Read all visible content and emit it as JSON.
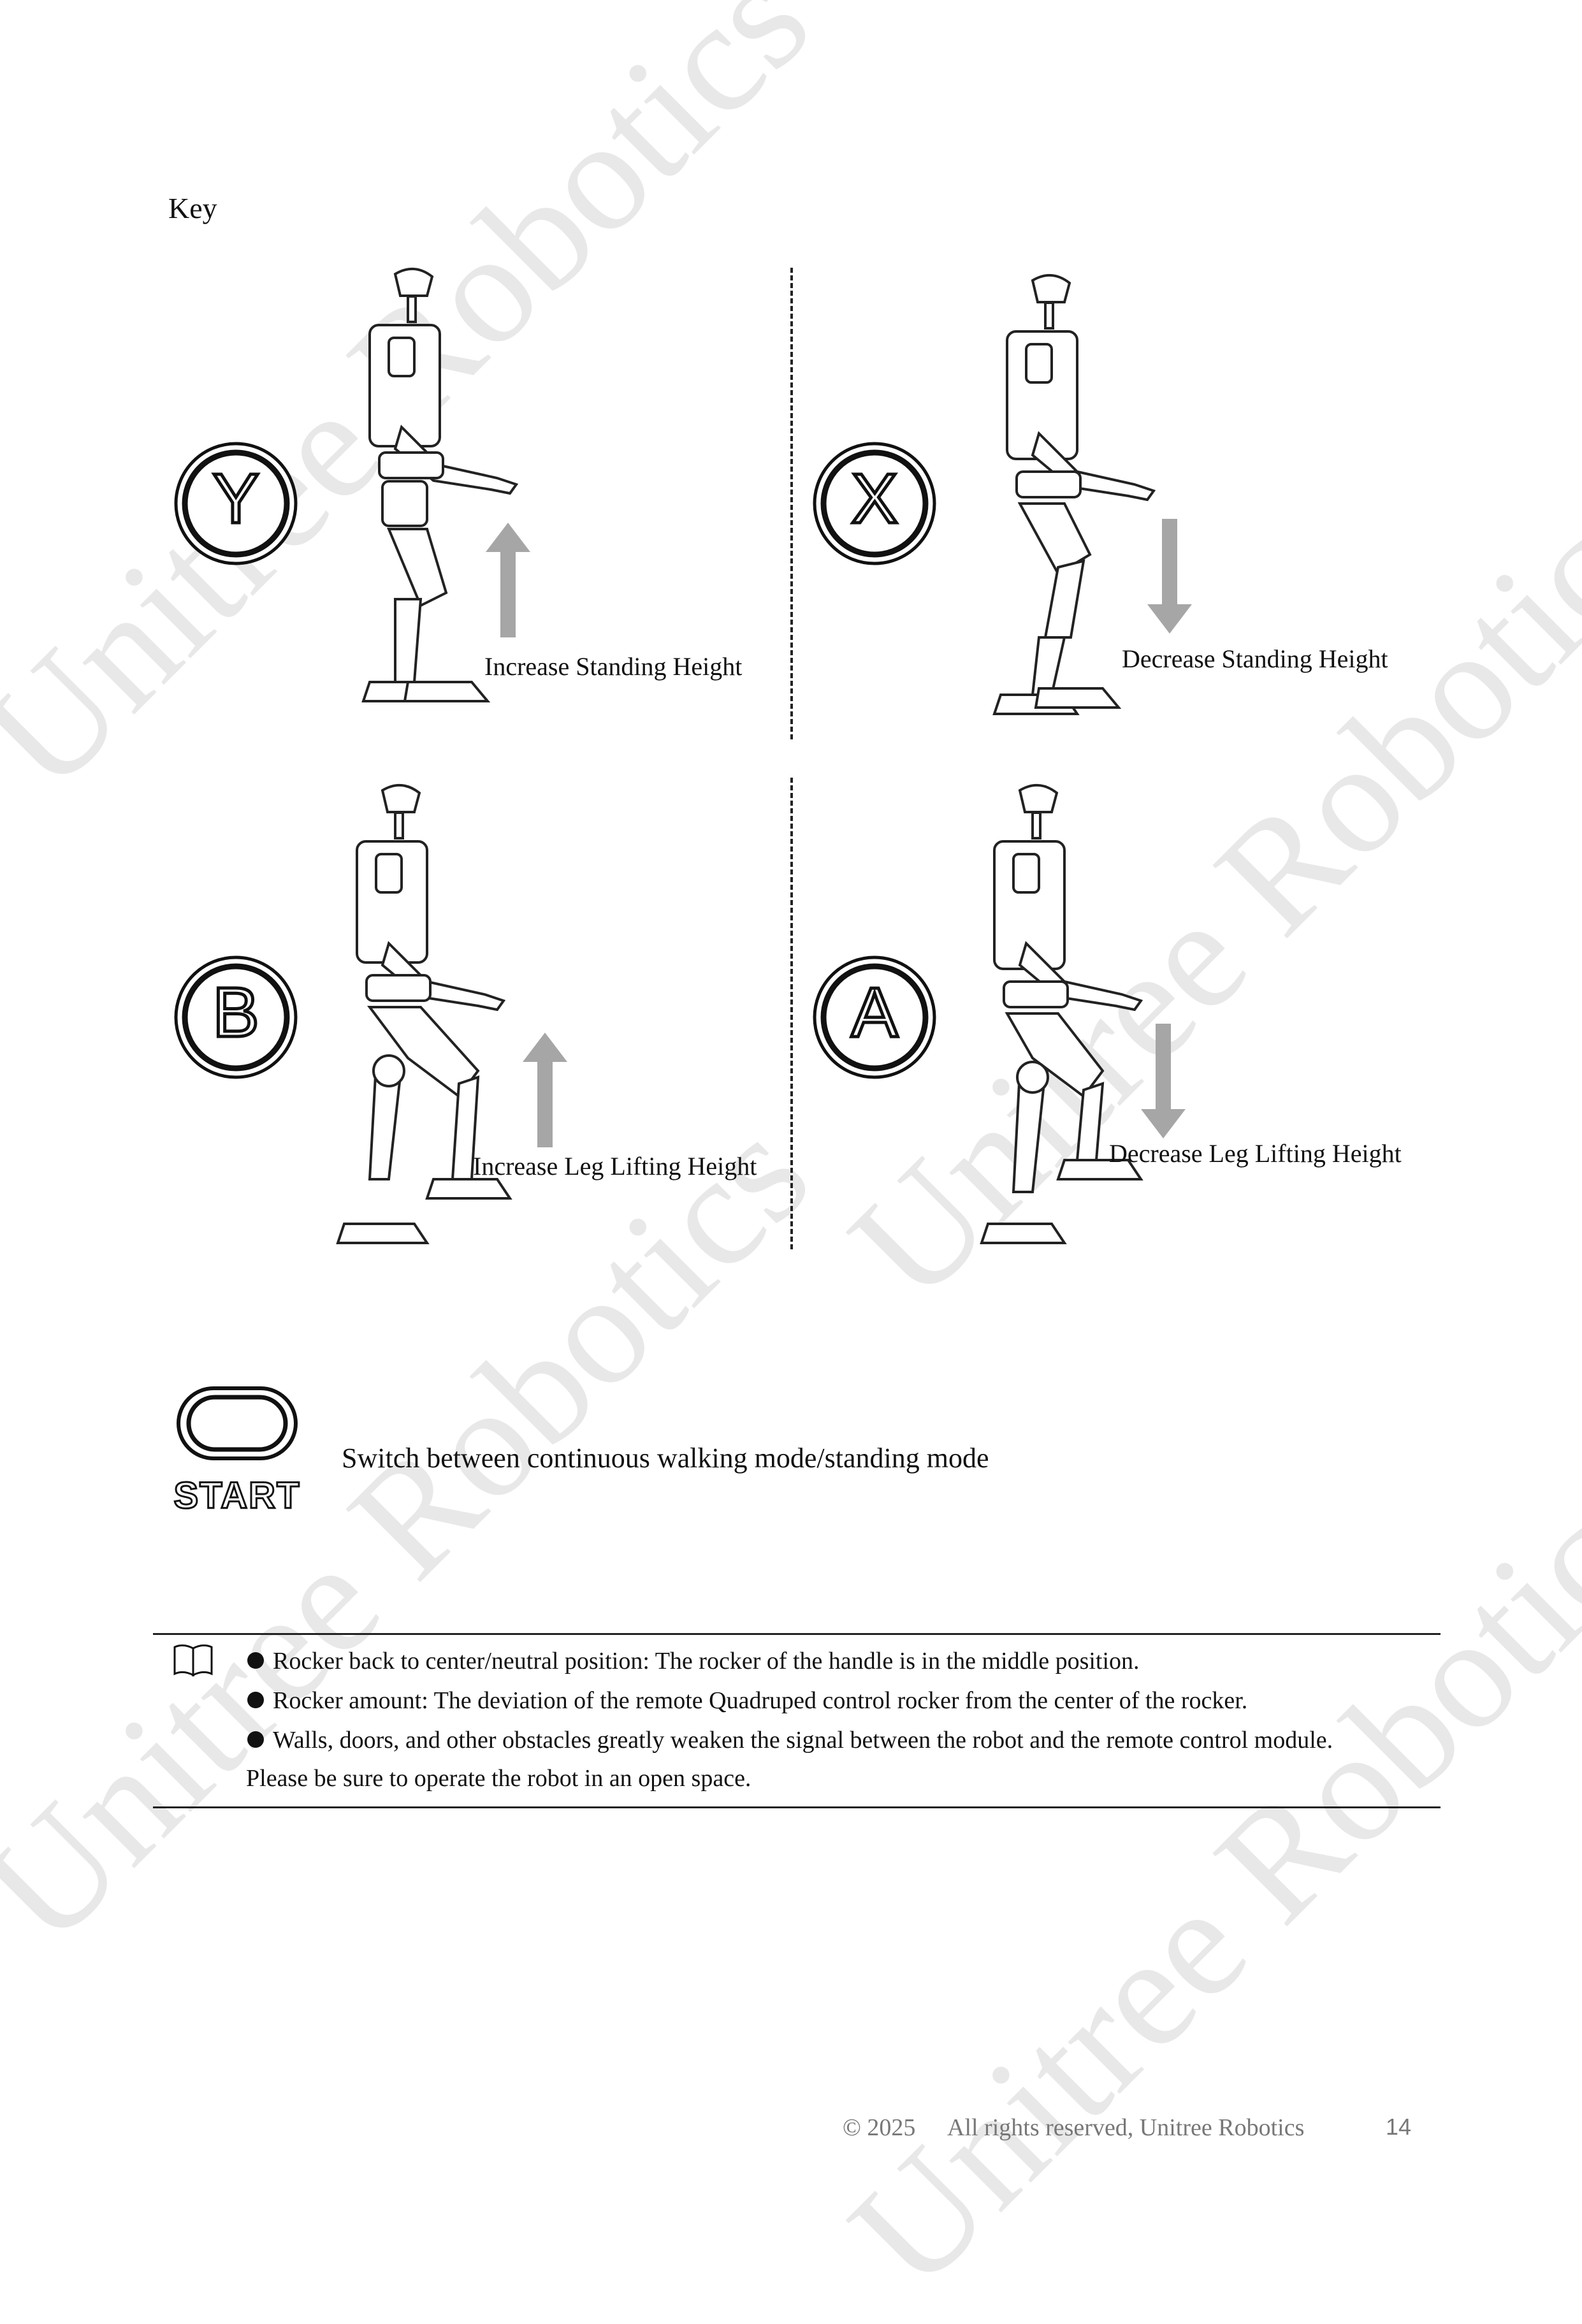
{
  "heading": "Key",
  "buttons": [
    {
      "letter": "Y",
      "caption": "Increase Standing Height",
      "direction": "up"
    },
    {
      "letter": "X",
      "caption": "Decrease Standing Height",
      "direction": "down"
    },
    {
      "letter": "B",
      "caption": "Increase Leg Lifting Height",
      "direction": "up"
    },
    {
      "letter": "A",
      "caption": "Decrease Leg Lifting Height",
      "direction": "down"
    }
  ],
  "start": {
    "label": "START",
    "description": "Switch between continuous walking mode/standing mode"
  },
  "notes": [
    "Rocker back to center/neutral position: The rocker of the handle is in the middle position.",
    "Rocker amount: The deviation of the remote Quadruped control rocker from the center of the rocker.",
    "Walls, doors, and other obstacles greatly weaken the signal between the robot and the remote control module.",
    "Please be sure to operate the robot in an open space."
  ],
  "footer": {
    "copyright": "© 2025",
    "rights": "All rights reserved, Unitree Robotics",
    "page": "14"
  },
  "watermark": "Unitree Robotics",
  "colors": {
    "arrow": "#a6a6a6",
    "footer": "#777777",
    "watermark": "#969696"
  }
}
